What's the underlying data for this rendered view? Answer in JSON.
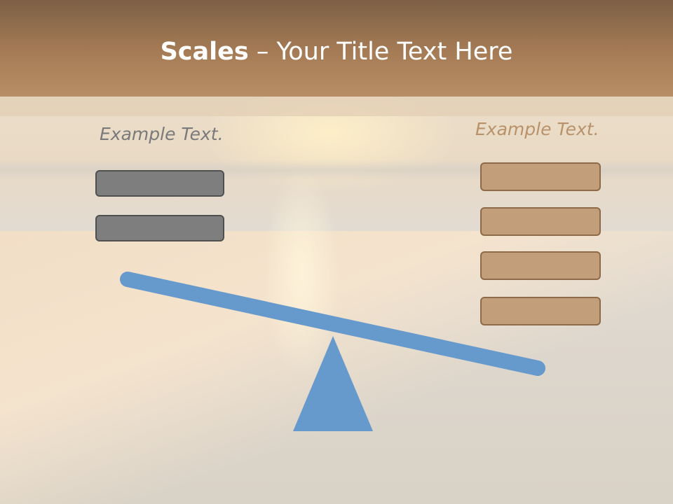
{
  "slide": {
    "title_bold": "Scales",
    "title_rest": " – Your Title Text Here",
    "left": {
      "label": "Example Text.",
      "boxes": 2
    },
    "right": {
      "label": "Example Text.",
      "boxes": 4
    }
  },
  "colors": {
    "header": "#a67c56",
    "beam": "#6699cc",
    "gray_box": "#7e7e7e",
    "tan_box": "#c29f7a"
  }
}
